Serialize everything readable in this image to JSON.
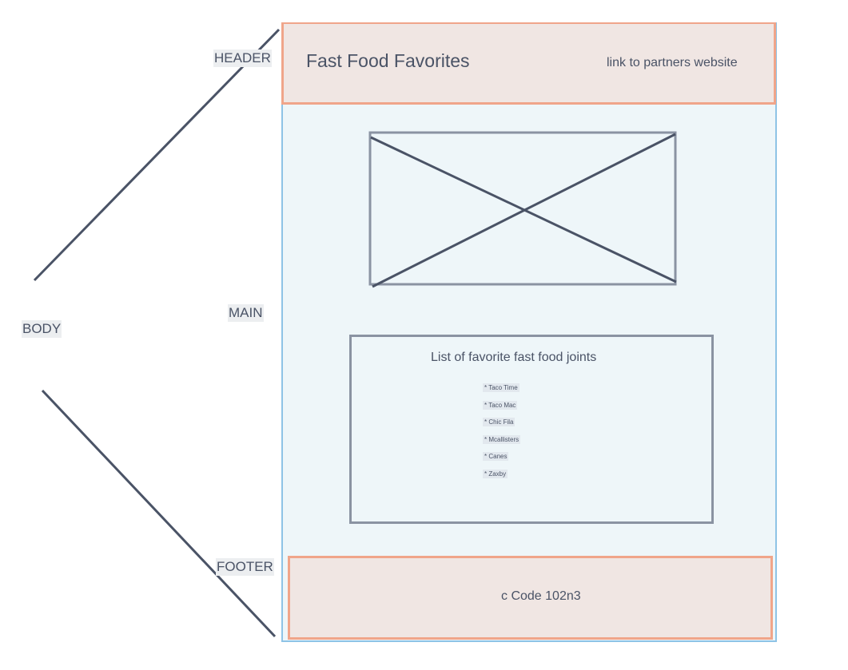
{
  "labels": {
    "body": "BODY",
    "header": "HEADER",
    "main": "MAIN",
    "footer": "FOOTER"
  },
  "header": {
    "title": "Fast Food Favorites",
    "link": "link to partners website"
  },
  "main": {
    "image_placeholder": "image-placeholder",
    "list_title": "List of favorite fast food joints",
    "list_items": [
      "* Taco Time",
      "* Taco Mac",
      "* Chic Fila",
      "* Mcallisters",
      "* Canes",
      "* Zaxby"
    ]
  },
  "footer": {
    "text": "c Code 102n3"
  },
  "colors": {
    "frame_border": "#8ec3e6",
    "frame_fill": "#eef6f9",
    "accent_border": "#f0a58a",
    "accent_fill": "#f0e6e3",
    "line": "#4a5366",
    "box_border": "#8a93a2"
  }
}
